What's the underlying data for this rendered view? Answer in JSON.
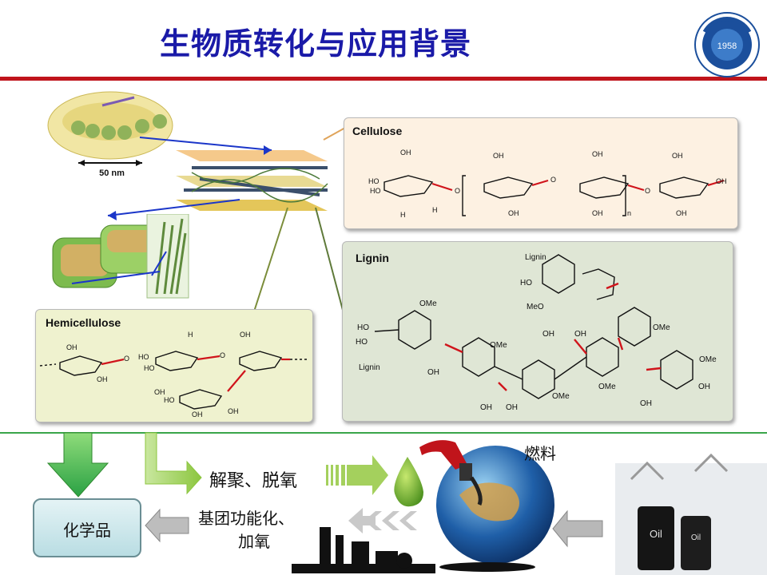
{
  "slide": {
    "title": "生物质转化与应用背景",
    "logo": {
      "year": "1958",
      "icon": "university-seal-icon"
    }
  },
  "diagram": {
    "scale_label": "50 nm",
    "cellulose_label": "Cellulose",
    "hemicellulose_label": "Hemicellulose",
    "lignin_label": "Lignin",
    "process_depolymerize": "解聚、脱氧",
    "process_functionalize_line1": "基团功能化、",
    "process_functionalize_line2": "加氧",
    "product_fuel": "燃料",
    "product_chemicals": "化学品",
    "oil_label": "Oil",
    "colors": {
      "accent_red": "#c0141b",
      "title_blue": "#1a1aa8",
      "green": "#3aa64a"
    }
  }
}
